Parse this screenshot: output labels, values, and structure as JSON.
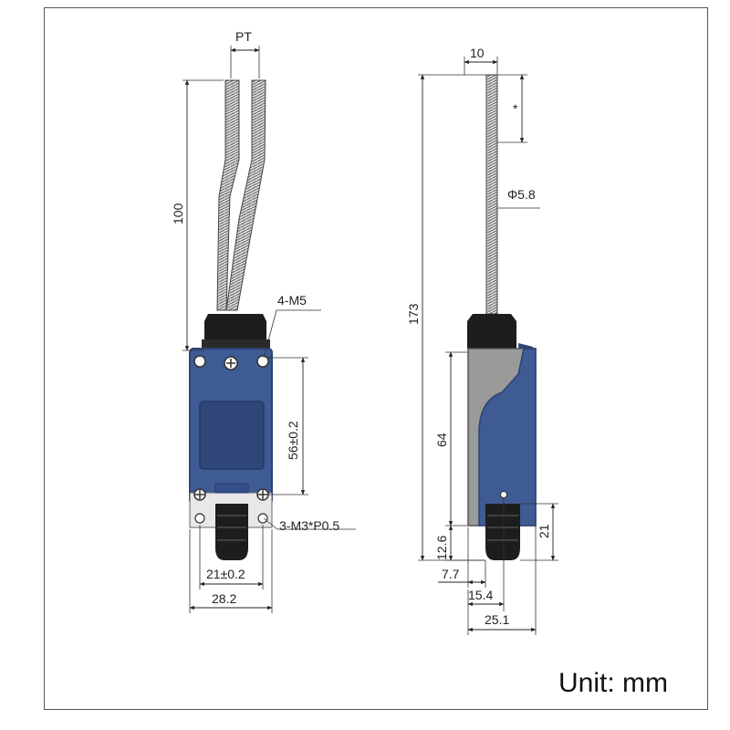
{
  "labels": {
    "pt": "PT",
    "len_100": "100",
    "thread_4m5": "4-M5",
    "height_56": "56±0.2",
    "thread_3m3": "3-M3*P0.5",
    "width_21": "21±0.2",
    "width_28": "28.2",
    "dia_10": "10",
    "star": "*",
    "phi58": "Φ5.8",
    "len_173": "173",
    "len_64": "64",
    "len_21": "21",
    "len_126": "12.6",
    "len_77": "7.7",
    "len_154": "15.4",
    "len_251": "25.1"
  },
  "unit_label": "Unit: mm",
  "colors": {
    "body_blue": "#3f5b94",
    "body_blue_dark": "#2c4374",
    "window_blue": "#2e4678",
    "side_grey": "#9a9a9a",
    "black_part": "#1d1d1d",
    "spring_grey": "#bdbdbd"
  }
}
